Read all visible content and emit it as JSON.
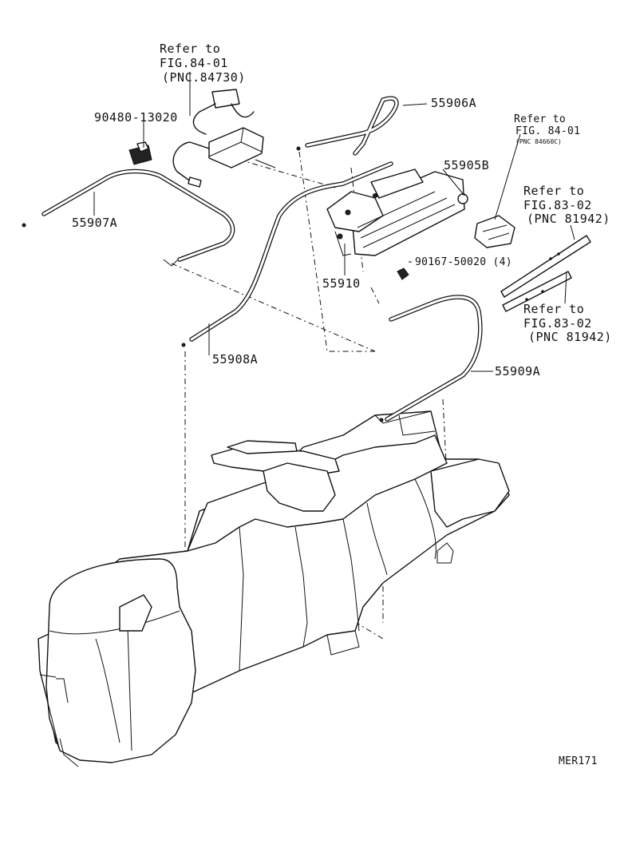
{
  "labels": {
    "ref_84730": [
      "Refer to",
      "FIG.84-01",
      "(PNC.84730)"
    ],
    "part_90480": "90480-13020",
    "part_55906a": "55906A",
    "ref_84660c": [
      "Refer to",
      "FIG. 84-01",
      "(PNC 84660C)"
    ],
    "part_55905b": "55905B",
    "ref_81942_top": [
      "Refer to",
      "FIG.83-02",
      "(PNC 81942)"
    ],
    "part_55907a": "55907A",
    "part_90167": "90167-50020 (4)",
    "part_55910": "55910",
    "ref_81942_bottom": [
      "Refer to",
      "FIG.83-02",
      "(PNC 81942)"
    ],
    "part_55908a": "55908A",
    "part_55909a": "55909A",
    "figure_code": "MER171"
  }
}
